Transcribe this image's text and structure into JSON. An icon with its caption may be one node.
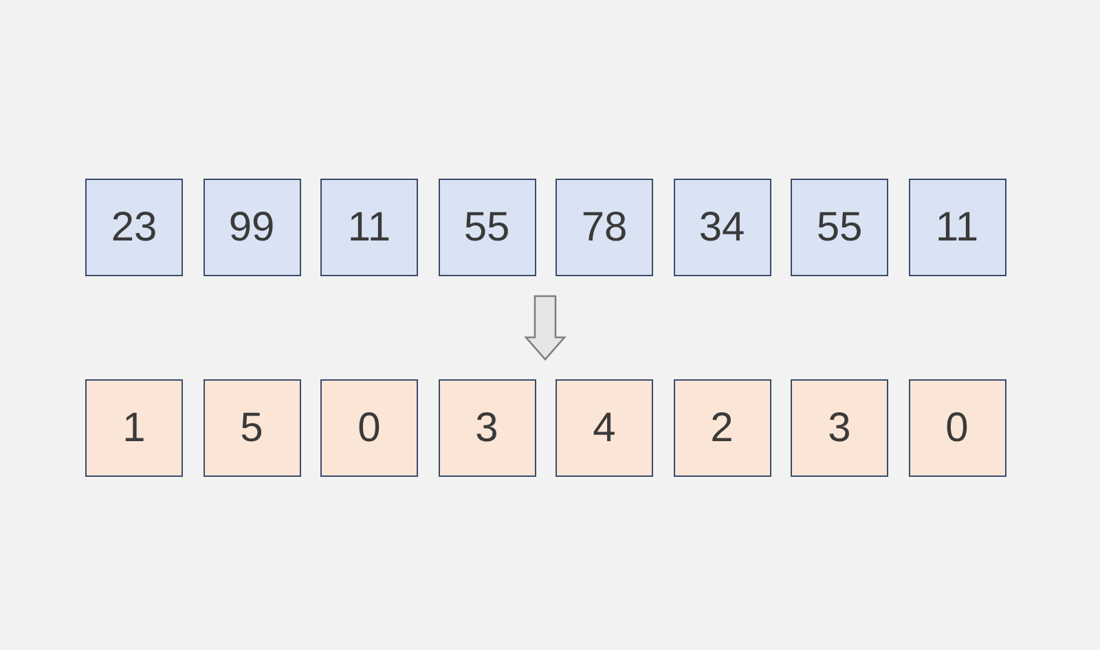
{
  "diagram": {
    "nodes": [
      {
        "text": [
          "23"
        ]
      },
      {
        "text": [
          "99"
        ]
      },
      {
        "text": [
          "11"
        ]
      },
      {
        "text": [
          "55"
        ]
      },
      {
        "text": [
          "78"
        ]
      },
      {
        "text": [
          "34"
        ]
      },
      {
        "text": [
          "55"
        ]
      },
      {
        "text": [
          "11"
        ]
      },
      {
        "text": [
          "1"
        ]
      },
      {
        "text": [
          "5"
        ]
      },
      {
        "text": [
          "0"
        ]
      },
      {
        "text": [
          "3"
        ]
      },
      {
        "text": [
          "4"
        ]
      },
      {
        "text": [
          "2"
        ]
      },
      {
        "text": [
          "3"
        ]
      },
      {
        "text": [
          "0"
        ]
      }
    ],
    "edges": [
      {
        "from": 4,
        "to": 12,
        "arrow": "to"
      }
    ]
  }
}
